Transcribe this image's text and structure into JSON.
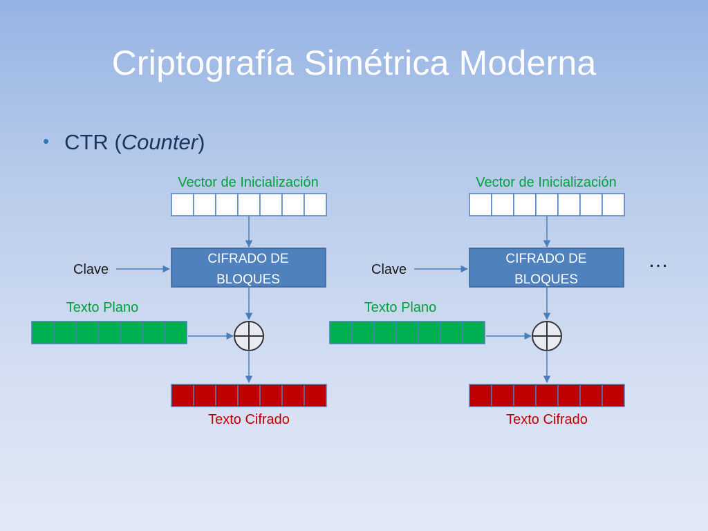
{
  "slide": {
    "title": "Criptografía Simétrica Moderna",
    "bullet": {
      "prefix": "CTR (",
      "italic": "Counter",
      "suffix": ")"
    }
  },
  "diagram": {
    "stages": [
      {
        "iv_label": "Vector de Inicialización",
        "key_label": "Clave",
        "cipher_label_line1": "CIFRADO DE",
        "cipher_label_line2": "BLOQUES",
        "plaintext_label": "Texto Plano",
        "ciphertext_label": "Texto Cifrado"
      },
      {
        "iv_label": "Vector de Inicialización",
        "key_label": "Clave",
        "cipher_label_line1": "CIFRADO DE",
        "cipher_label_line2": "BLOQUES",
        "plaintext_label": "Texto Plano",
        "ciphertext_label": "Texto Cifrado"
      }
    ],
    "continuation": "…",
    "colors": {
      "iv_cells": "#ffffff",
      "plaintext_cells": "#00b050",
      "ciphertext_cells": "#c00000",
      "cipher_block": "#4f81bd",
      "arrows": "#4a7ebb",
      "green_label": "#00a03c",
      "red_label": "#c00000"
    }
  }
}
